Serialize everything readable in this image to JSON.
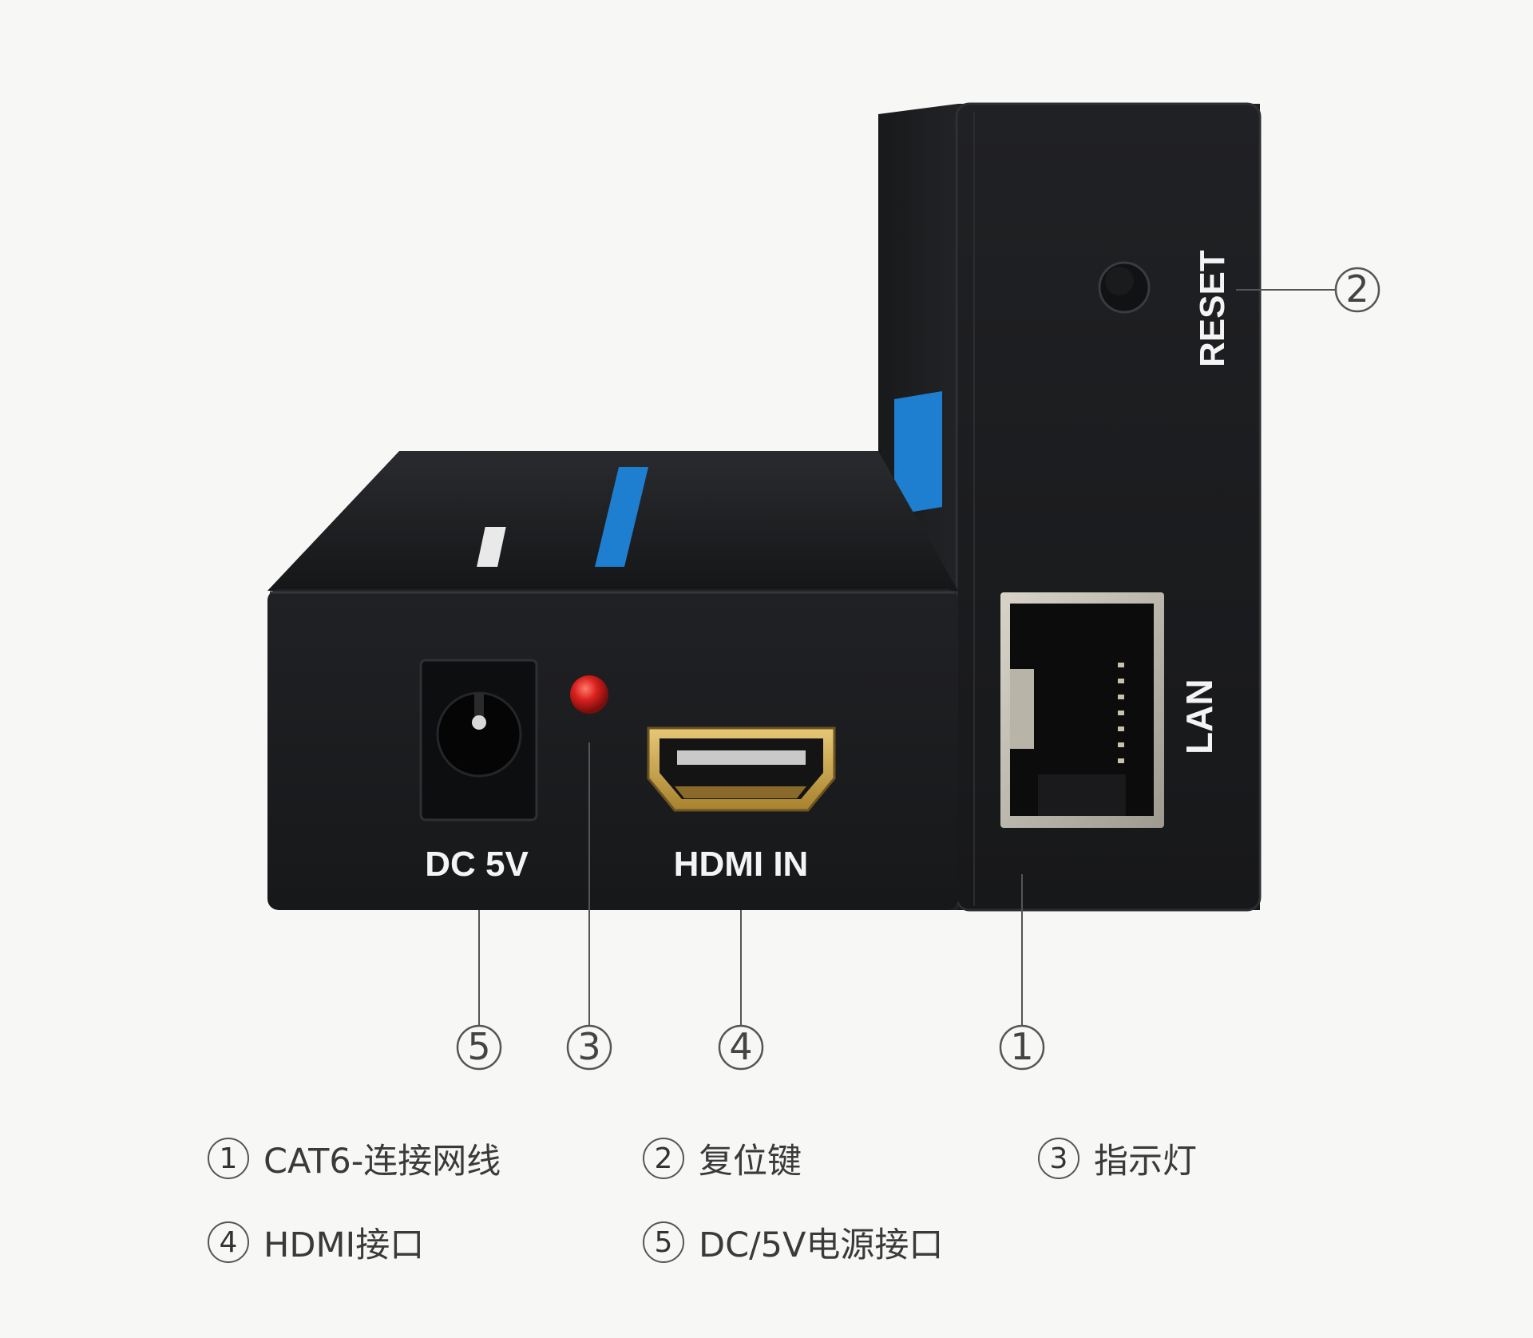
{
  "device_labels": {
    "reset": "RESET",
    "lan": "LAN",
    "dc": "DC 5V",
    "hdmi_in": "HDMI IN"
  },
  "callouts": {
    "c1": "1",
    "c2": "2",
    "c3": "3",
    "c4": "4",
    "c5": "5"
  },
  "legend": [
    {
      "num": "1",
      "text": "CAT6-连接网线"
    },
    {
      "num": "2",
      "text": "复位键"
    },
    {
      "num": "3",
      "text": "指示灯"
    },
    {
      "num": "4",
      "text": "HDMI接口"
    },
    {
      "num": "5",
      "text": "DC/5V电源接口"
    }
  ],
  "colors": {
    "background": "#f7f7f6",
    "device_body": "#1c1d1f",
    "accent_blue": "#1e7fd0",
    "led_red": "#d9201e",
    "hdmi_gold": "#c9a54a"
  }
}
